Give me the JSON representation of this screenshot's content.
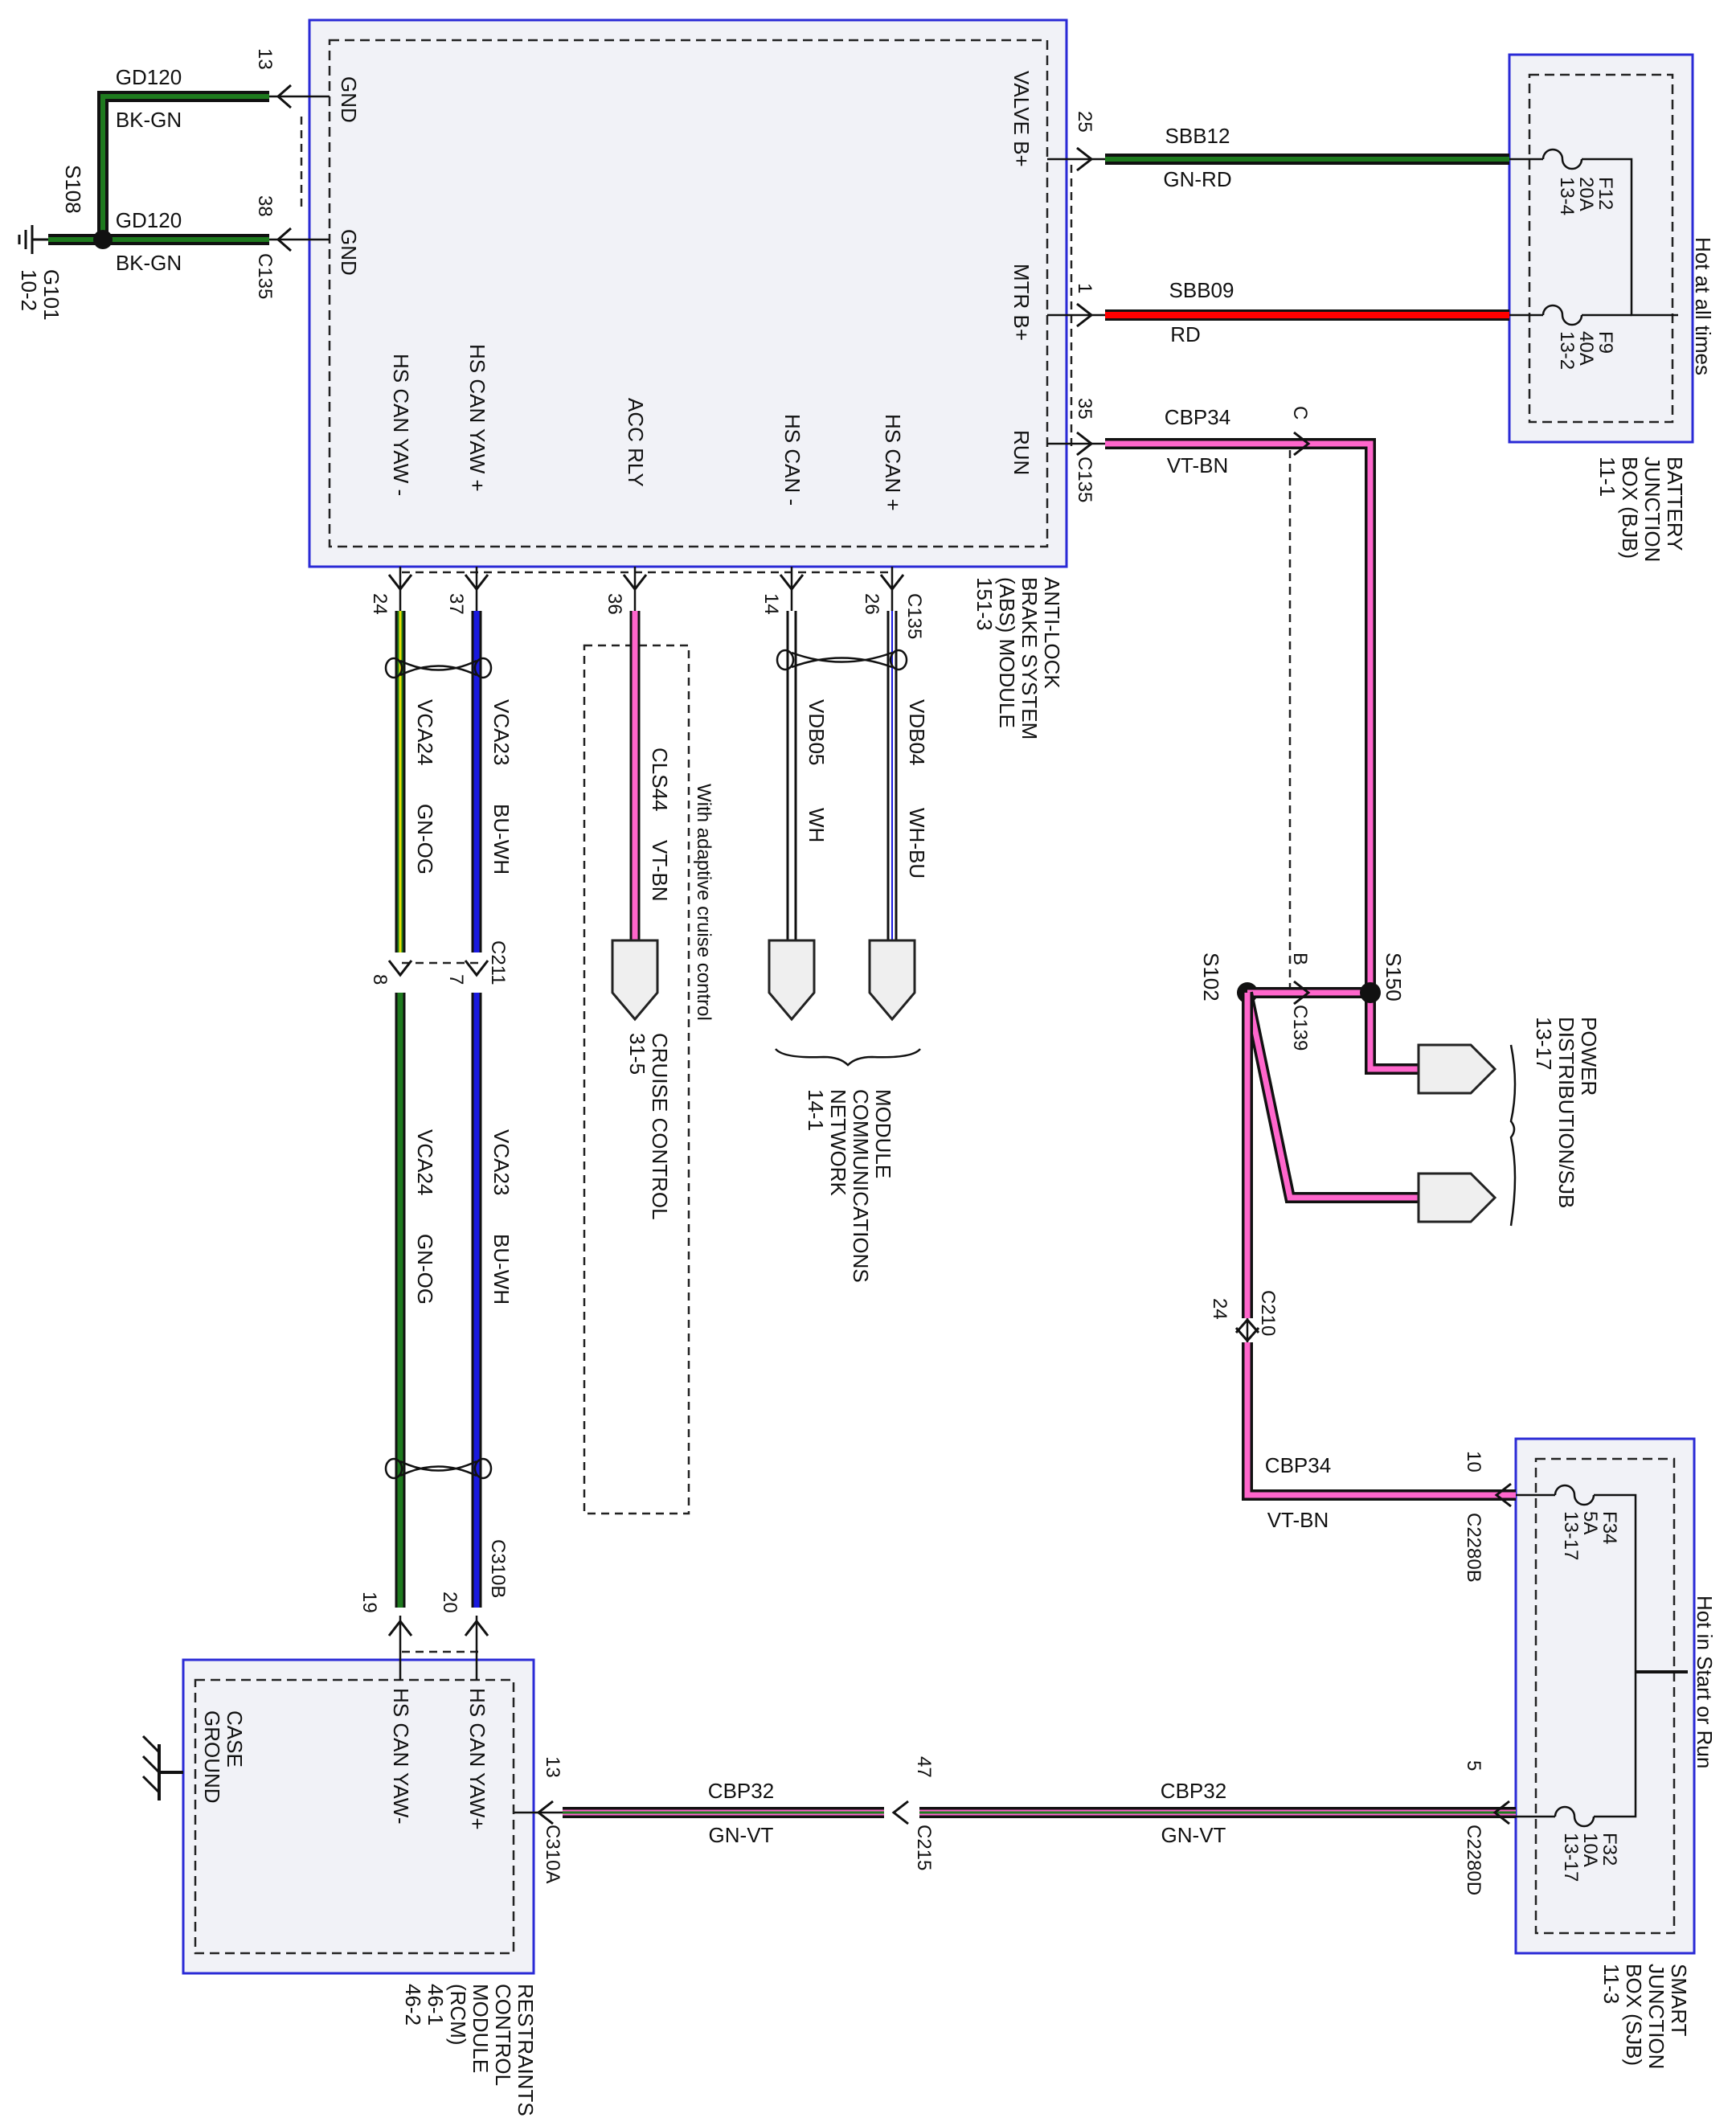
{
  "modules": {
    "abs": {
      "name_lines": [
        "ANTI-LOCK",
        "BRAKE SYSTEM",
        "(ABS) MODULE",
        "151-3"
      ],
      "pins": {
        "gnd1": "GND",
        "gnd2": "GND",
        "valve": "VALVE B+",
        "mtr": "MTR B+",
        "run": "RUN",
        "hs_can_yaw_minus": "HS CAN YAW -",
        "hs_can_yaw_plus": "HS CAN YAW +",
        "acc_rly": "ACC RLY",
        "hs_can_minus": "HS CAN -",
        "hs_can_plus": "HS CAN +"
      }
    },
    "bjb": {
      "name_lines": [
        "BATTERY",
        "JUNCTION",
        "BOX (BJB)",
        "11-1"
      ],
      "hot": "Hot at all times",
      "fuses": [
        {
          "id": "F12",
          "amp": "20A",
          "ref": "13-4"
        },
        {
          "id": "F9",
          "amp": "40A",
          "ref": "13-2"
        }
      ]
    },
    "sjb": {
      "name_lines": [
        "SMART",
        "JUNCTION",
        "BOX (SJB)",
        "11-3"
      ],
      "hot": "Hot in Start or Run",
      "fuses": [
        {
          "id": "F34",
          "amp": "5A",
          "ref": "13-17"
        },
        {
          "id": "F32",
          "amp": "10A",
          "ref": "13-17"
        }
      ]
    },
    "rcm": {
      "name_lines": [
        "RESTRAINTS",
        "CONTROL",
        "MODULE",
        "(RCM)",
        "46-1",
        "46-2"
      ],
      "pins": {
        "case_ground": [
          "CASE",
          "GROUND"
        ],
        "yaw_minus": "HS CAN YAW-",
        "yaw_plus": "HS CAN YAW+"
      }
    }
  },
  "ground": {
    "splice": "S108",
    "ground_lines": [
      "G101",
      "10-2"
    ]
  },
  "wires": {
    "gd120_a": {
      "circuit": "GD120",
      "color": "BK-GN",
      "pin": "13"
    },
    "gd120_b": {
      "circuit": "GD120",
      "color": "BK-GN",
      "pin": "38",
      "connector": "C135"
    },
    "sbb12": {
      "circuit": "SBB12",
      "color": "GN-RD",
      "pin": "25"
    },
    "sbb09": {
      "circuit": "SBB09",
      "color": "RD",
      "pin": "1"
    },
    "cbp34_top": {
      "circuit": "CBP34",
      "color": "VT-BN",
      "pin": "35",
      "connector": "C135"
    },
    "cbp34_bottom": {
      "circuit": "CBP34",
      "color": "VT-BN",
      "pin": "10",
      "connector": "C2280B"
    },
    "cbp32_left": {
      "circuit": "CBP32",
      "color": "GN-VT",
      "pin": "13",
      "connector": "C310A"
    },
    "cbp32_right": {
      "circuit": "CBP32",
      "color": "GN-VT",
      "pin": "5",
      "connector": "C2280D"
    },
    "vca24": {
      "circuit": "VCA24",
      "color": "GN-OG"
    },
    "vca23": {
      "circuit": "VCA23",
      "color": "BU-WH"
    },
    "cls44": {
      "circuit": "CLS44",
      "color": "VT-BN"
    },
    "vdb05": {
      "circuit": "VDB05",
      "color": "WH"
    },
    "vdb04": {
      "circuit": "VDB04",
      "color": "WH-BU"
    }
  },
  "pins": {
    "p24": "24",
    "p37": "37",
    "p36": "36",
    "p14": "14",
    "p26": "26",
    "c135": "C135",
    "p8": "8",
    "p7": "7",
    "c211": "C211",
    "p19": "19",
    "p20": "20",
    "c310b": "C310B",
    "p47": "47",
    "c215": "C215",
    "p24b": "24",
    "c210": "C210",
    "cC": "C",
    "cB": "B",
    "c139": "C139"
  },
  "splices": {
    "s150": "S150",
    "s102": "S102"
  },
  "refs": {
    "adaptive_note": "With adaptive cruise control",
    "cruise": [
      "CRUISE CONTROL",
      "31-5"
    ],
    "mcn": [
      "MODULE",
      "COMMUNICATIONS",
      "NETWORK",
      "14-1"
    ],
    "power_dist": [
      "POWER",
      "DISTRIBUTION/SJB",
      "13-17"
    ]
  },
  "colors": {
    "green": "#1e7a1e",
    "black": "#111111",
    "red": "#ff0000",
    "violet": "#ff66cc",
    "blue": "#1a1ae0",
    "yellow": "#e8e000",
    "orange": "#f0a020",
    "white": "#ffffff",
    "box_border": "#2a2ad6",
    "box_fill": "#f1f2f7"
  }
}
